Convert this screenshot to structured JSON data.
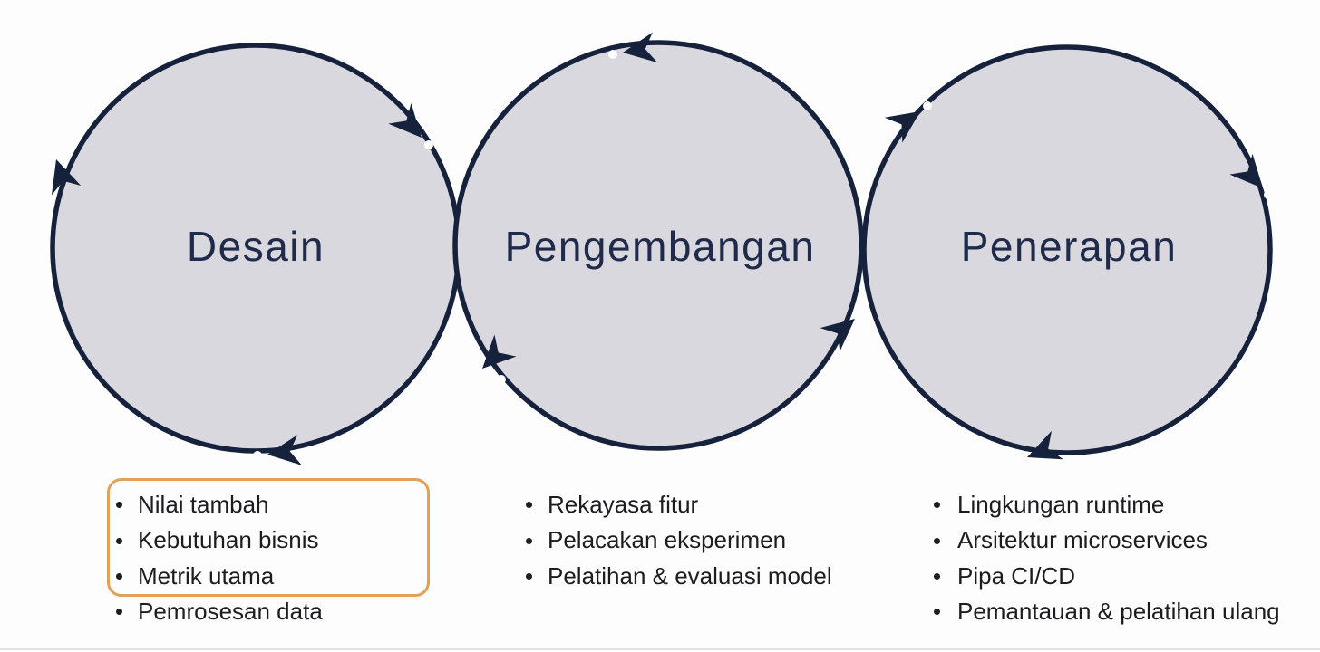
{
  "diagram": {
    "type": "cycle-process-diagram",
    "language": "Indonesian",
    "colors": {
      "background": "#fdfdfd",
      "circle_fill": "#d9d8df",
      "outline_navy": "#16213c",
      "label_navy": "#202b4b",
      "list_text": "#1d1d20",
      "highlight_border_orange": "#e5a058"
    },
    "circles": [
      {
        "label": "Desain",
        "arrow_direction": "clockwise",
        "arrow_count": 3
      },
      {
        "label": "Pengembangan",
        "arrow_direction": "counter-clockwise",
        "arrow_count": 3
      },
      {
        "label": "Penerapan",
        "arrow_direction": "clockwise",
        "arrow_count": 3
      }
    ],
    "columns": [
      {
        "items": [
          "Nilai tambah",
          "Kebutuhan bisnis",
          "Metrik utama",
          "Pemrosesan data"
        ],
        "highlighted_items": [
          "Nilai tambah",
          "Kebutuhan bisnis",
          "Metrik utama"
        ],
        "highlight_style": "orange rounded rectangle"
      },
      {
        "items": [
          "Rekayasa fitur",
          "Pelacakan eksperimen",
          "Pelatihan & evaluasi model"
        ]
      },
      {
        "items": [
          "Lingkungan runtime",
          "Arsitektur microservices",
          "Pipa CI/CD",
          "Pemantauan & pelatihan ulang"
        ]
      }
    ]
  }
}
